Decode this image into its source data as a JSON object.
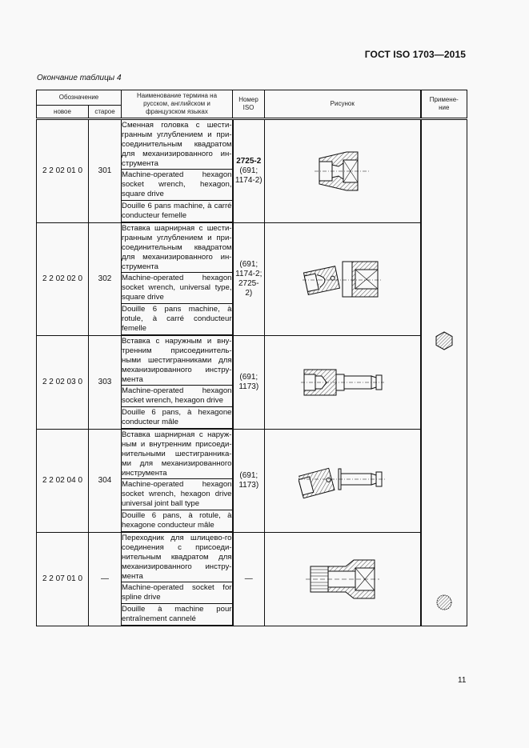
{
  "header": {
    "doc_code": "ГОСТ ISO 1703—2015"
  },
  "caption": "Окончание таблицы 4",
  "table": {
    "columns": {
      "designation": "Обозначение",
      "new": "новое",
      "old": "старое",
      "term_name": "Наименование термина на русском, английском и французском языках",
      "iso_number": "Номер ISO",
      "figure": "Рисунок",
      "application": "Примене-ние"
    },
    "rows": [
      {
        "new": "2 2 02 01 0",
        "old": "301",
        "ru": "Сменная головка с шести-гранным углублением и при-соединительным квадратом для механизированного ин-струмента",
        "en": "Machine-operated hexagon socket wrench, hexagon, square drive",
        "fr": "Douille 6 pans machine, à carré conducteur femelle",
        "iso_bold": "2725-2",
        "iso": "(691; 1174-2)",
        "figure_icon": "hex-socket-drawing"
      },
      {
        "new": "2 2 02 02 0",
        "old": "302",
        "ru": "Вставка шарнирная с шести-гранным углублением и при-соединительным квадратом для механизированного ин-струмента",
        "en": "Machine-operated hexagon socket wrench, universal type, square drive",
        "fr": "Douille 6 pans machine, à rotule, à carré conducteur femelle",
        "iso_bold": "",
        "iso": "(691; 1174-2; 2725-2)",
        "figure_icon": "universal-joint-socket-drawing"
      },
      {
        "new": "2 2 02 03 0",
        "old": "303",
        "ru": "Вставка с наружным и вну-тренним присоединитель-ными шестигранниками для механизированного инстру-мента",
        "en": "Machine-operated hexagon socket wrench, hexagon drive",
        "fr": "Douille 6 pans, à hexagone conducteur mâle",
        "iso_bold": "",
        "iso": "(691; 1173)",
        "figure_icon": "hex-drive-socket-drawing"
      },
      {
        "new": "2 2 02 04 0",
        "old": "304",
        "ru": "Вставка шарнирная с наруж-ным и внутренним присоеди-нительными шестигранника-ми для механизированного инструмента",
        "en": "Machine-operated hexagon socket wrench, hexagon drive universal joint ball type",
        "fr": "Douille 6 pans, à rotule, à hexagone conducteur mâle",
        "iso_bold": "",
        "iso": "(691; 1173)",
        "figure_icon": "universal-hex-drive-drawing"
      },
      {
        "new": "2 2 07 01 0",
        "old": "—",
        "ru": "Переходник для шлицево-го соединения с присоеди-нительным квадратом для механизированного инстру-мента",
        "en": "Machine-operated socket for spline drive",
        "fr": "Douille à machine pour entraînement cannelé",
        "iso_bold": "",
        "iso": "—",
        "figure_icon": "spline-socket-drawing"
      }
    ],
    "application_icons": [
      "hexagon-symbol-icon",
      "spline-symbol-icon"
    ]
  },
  "footer": {
    "page_number": "11"
  }
}
